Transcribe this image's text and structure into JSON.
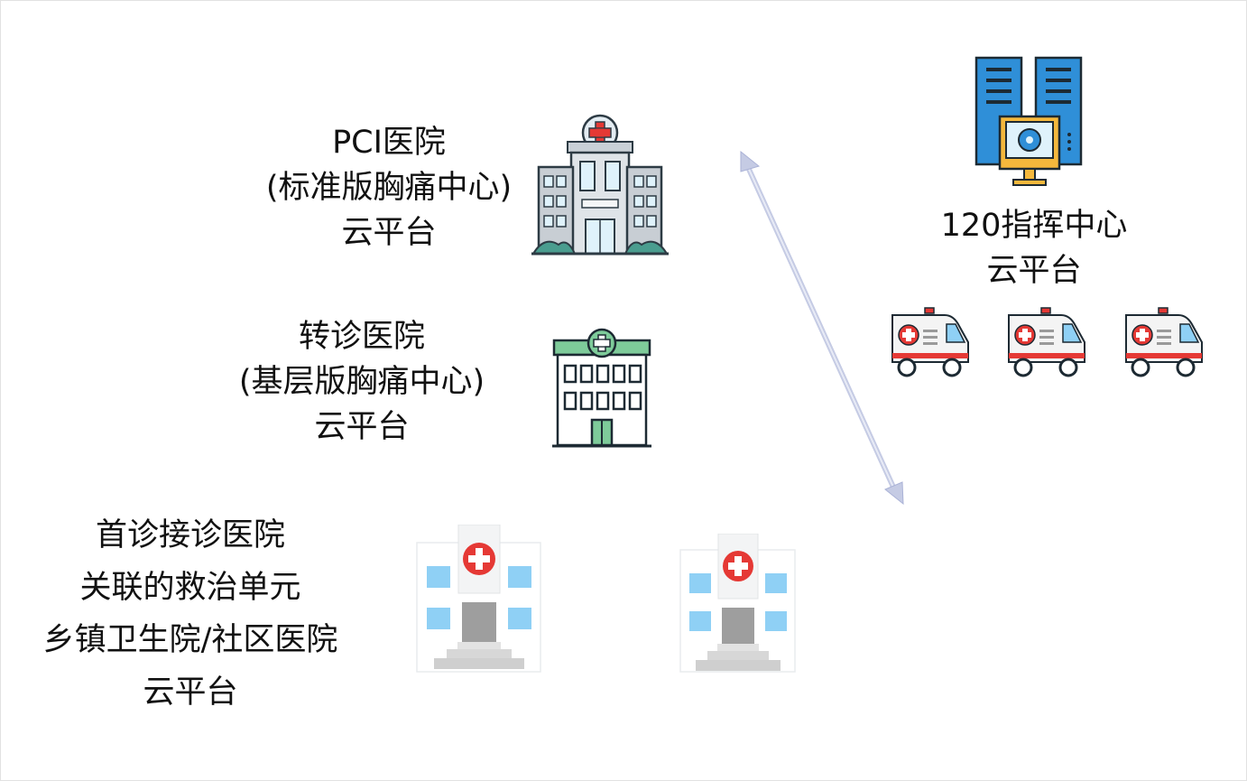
{
  "pci": {
    "line1": "PCI医院",
    "line2": "(标准版胸痛中心)",
    "line3": "云平台"
  },
  "transfer": {
    "line1": "转诊医院",
    "line2": "(基层版胸痛中心)",
    "line3": "云平台"
  },
  "first": {
    "line1": "首诊接诊医院",
    "line2": "关联的救治单元",
    "line3": "乡镇卫生院/社区医院",
    "line4": "云平台"
  },
  "command": {
    "line1": "120指挥中心",
    "line2": "云平台"
  },
  "colors": {
    "arrow": "#c5cbe4",
    "red_cross": "#e53935",
    "server_blue": "#2f8fd8",
    "monitor_yellow": "#f5b83c",
    "transfer_green": "#7ecb9a",
    "window_blue": "#8fd0f5"
  }
}
